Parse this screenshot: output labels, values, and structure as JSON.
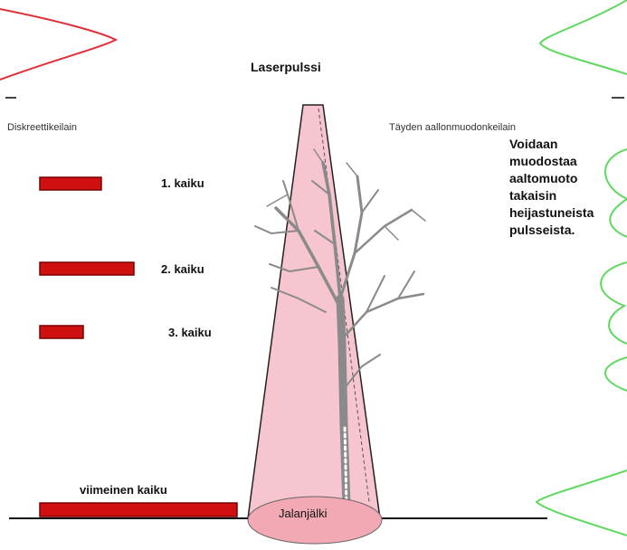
{
  "title": "Laserpulssi",
  "left_label": "Diskreettikeilain",
  "right_label": "Täyden aallonmuodonkeilain",
  "description": [
    "Voidaan",
    "muodostaa",
    "aaltomuoto",
    "takaisin",
    "heijastuneista",
    "pulsseista."
  ],
  "echoes": [
    {
      "label": "1. kaiku",
      "relative_length": 0.27
    },
    {
      "label": "2. kaiku",
      "relative_length": 0.48
    },
    {
      "label": "3. kaiku",
      "relative_length": 0.21
    },
    {
      "label": "viimeinen kaiku",
      "relative_length": 1.0
    }
  ],
  "footprint_label": "Jalanjälki",
  "colors": {
    "echo_bar": "#d01010",
    "echo_bar_border": "#7a0000",
    "beam_fill": "#f6c5cf",
    "beam_stroke": "#222222",
    "footprint_fill": "#f3a9b3",
    "pulse_red": "#e0303a",
    "waveform_green": "#5fd85f",
    "tree": "#8a8a8a",
    "ground": "#111111"
  }
}
